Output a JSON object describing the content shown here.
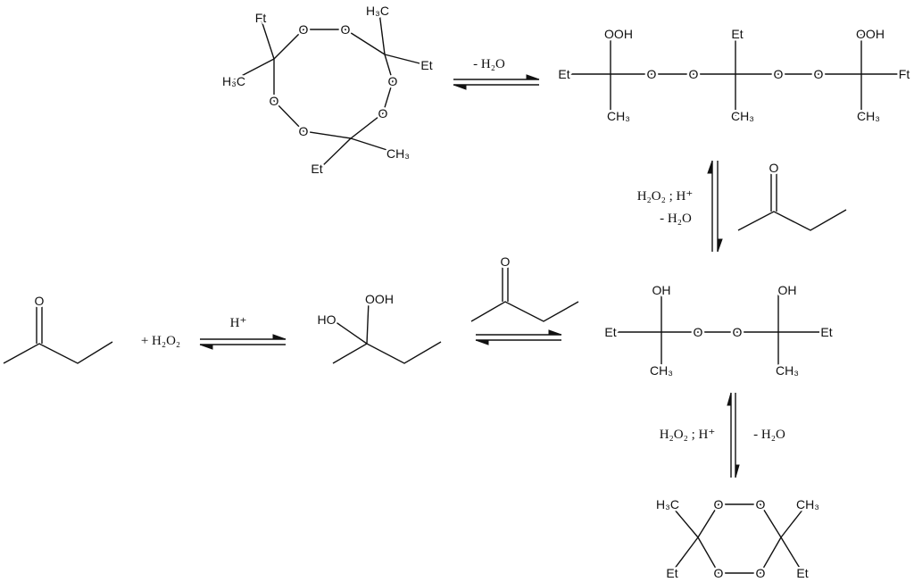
{
  "cyclic_trimer": {
    "ft": "Ft",
    "h3c_left": "H₃C",
    "o": "O",
    "h3c_top": "H₃C",
    "et_right": "Et",
    "ch3": "CH₃",
    "et_bottom": "Et"
  },
  "linear_trimer": {
    "et": "Et",
    "ooh": "OOH",
    "ch3": "CH₃",
    "o": "O",
    "ft": "Ft"
  },
  "dimer": {
    "oh": "OH",
    "et": "Et",
    "ch3": "CH₃",
    "o": "O"
  },
  "cyclic_dimer": {
    "h3c": "H₃C",
    "ch3": "CH₃",
    "o": "O",
    "et": "Et"
  },
  "hydroperoxide": {
    "ho": "HO",
    "ooh": "OOH"
  },
  "ketone": {
    "o": "O"
  },
  "conditions": {
    "top_arrow": "- H₂O",
    "right_upper_1": "H₂O₂ ; H⁺",
    "right_upper_2": "- H₂O",
    "plus_h2o2": "+ H₂O₂",
    "h_plus": "H⁺",
    "right_lower_left": "H₂O₂ ; H⁺",
    "right_lower_right": "- H₂O"
  }
}
